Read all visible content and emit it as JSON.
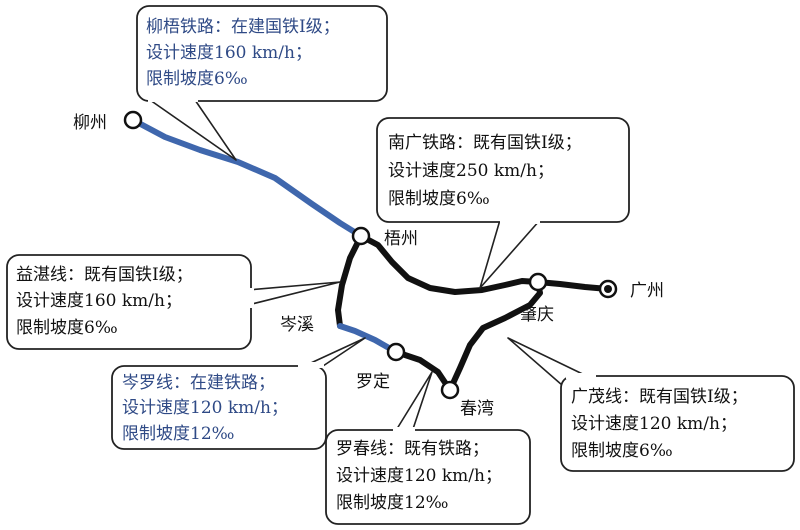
{
  "colors": {
    "existing_line": "#111111",
    "new_line": "#3f67ad",
    "new_text": "#2f4a86",
    "existing_text": "#111111",
    "box_border": "#222222",
    "station_fill": "#ffffff"
  },
  "cities": {
    "liuzhou": "柳州",
    "wuzhou": "梧州",
    "cenxi": "岑溪",
    "luoding": "罗定",
    "chunwan": "春湾",
    "zhaoqing": "肇庆",
    "guangzhou": "广州"
  },
  "callouts": {
    "liuwu": {
      "lines": [
        "柳梧铁路：在建国铁I级；",
        "设计速度160 km/h；",
        "限制坡度6‰"
      ],
      "status": "new"
    },
    "nanguang": {
      "lines": [
        "南广铁路：既有国铁I级；",
        "设计速度250 km/h；",
        "限制坡度6‰"
      ],
      "status": "existing"
    },
    "yizhan": {
      "lines": [
        "益湛线：既有国铁I级；",
        "设计速度160 km/h；",
        "限制坡度6‰"
      ],
      "status": "existing"
    },
    "cenluo": {
      "lines": [
        "岑罗线：在建铁路；",
        "设计速度120 km/h；",
        "限制坡度12‰"
      ],
      "status": "new"
    },
    "luochun": {
      "lines": [
        "罗春线：既有铁路；",
        "设计速度120 km/h；",
        "限制坡度12‰"
      ],
      "status": "existing"
    },
    "guangmao": {
      "lines": [
        "广茂线：既有国铁I级；",
        "设计速度120 km/h；",
        "限制坡度6‰"
      ],
      "status": "existing"
    }
  }
}
